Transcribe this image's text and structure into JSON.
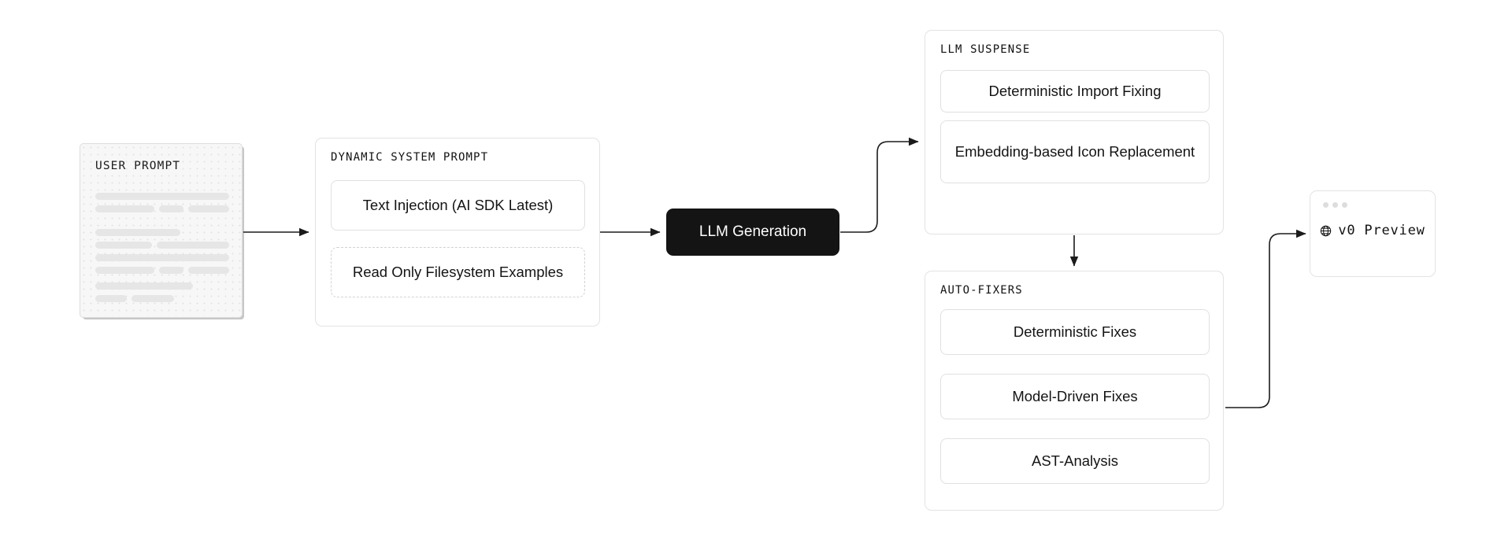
{
  "diagram": {
    "title": "v0 generation pipeline flow",
    "accent_dark": "#141414",
    "border_color": "#e3e3e3",
    "skeleton_color": "#e6e6e6"
  },
  "user_prompt": {
    "title": "USER PROMPT",
    "skeleton_groups": [
      {
        "rows": [
          [
            170
          ],
          [
            78,
            32,
            54
          ]
        ]
      },
      {
        "rows": [
          [
            108
          ],
          [
            72,
            92
          ],
          [
            170
          ],
          [
            78,
            32,
            54
          ]
        ]
      },
      {
        "rows": [
          [
            124
          ],
          [
            40,
            54
          ]
        ]
      }
    ]
  },
  "dynamic_system_prompt": {
    "title": "DYNAMIC SYSTEM PROMPT",
    "items": [
      {
        "label": "Text Injection (AI SDK Latest)",
        "style": "solid"
      },
      {
        "label": "Read Only Filesystem Examples",
        "style": "dashed"
      }
    ]
  },
  "llm_generation": {
    "label": "LLM Generation"
  },
  "llm_suspense": {
    "title": "LLM SUSPENSE",
    "items": [
      {
        "label": "Deterministic Import Fixing"
      },
      {
        "label": "Embedding-based Icon Replacement"
      }
    ]
  },
  "auto_fixers": {
    "title": "AUTO-FIXERS",
    "items": [
      {
        "label": "Deterministic Fixes"
      },
      {
        "label": "Model-Driven Fixes"
      },
      {
        "label": "AST-Analysis"
      }
    ]
  },
  "preview": {
    "label": "v0 Preview",
    "icon": "globe-icon",
    "window_dots": 3
  }
}
